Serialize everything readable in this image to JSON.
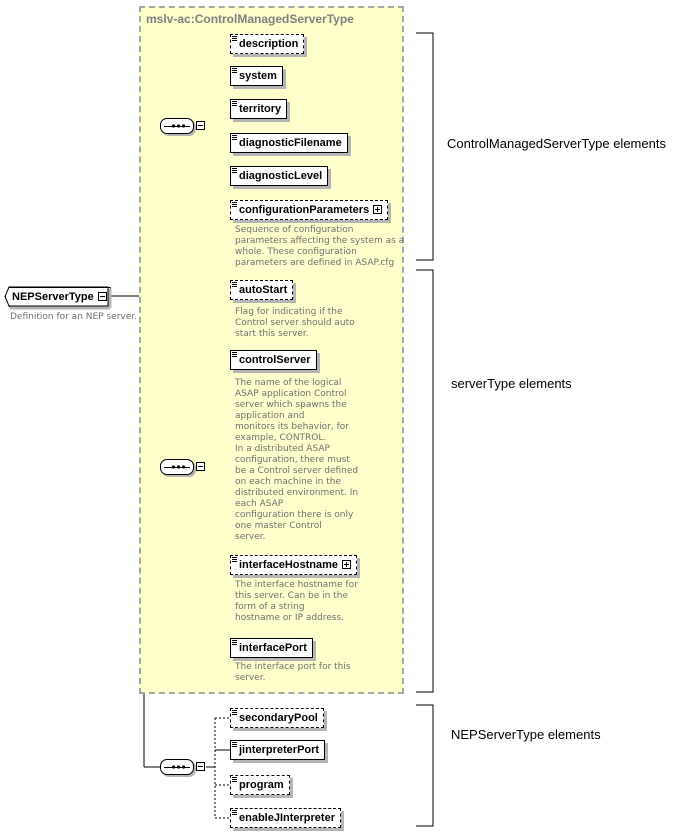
{
  "complex_type": {
    "title": "mslv-ac:ControlManagedServerType"
  },
  "root": {
    "label": "NEPServerType",
    "description": "Definition for an NEP server."
  },
  "groups": {
    "control_managed": [
      {
        "label": "description",
        "optional": true,
        "expandable": false
      },
      {
        "label": "system",
        "optional": false,
        "expandable": false
      },
      {
        "label": "territory",
        "optional": false,
        "expandable": false
      },
      {
        "label": "diagnosticFilename",
        "optional": false,
        "expandable": false
      },
      {
        "label": "diagnosticLevel",
        "optional": false,
        "expandable": false
      },
      {
        "label": "configurationParameters",
        "optional": true,
        "expandable": true,
        "description": "Sequence of configuration\nparameters affecting the system as a\nwhole. These configuration\nparameters are defined in ASAP.cfg"
      }
    ],
    "server_type": [
      {
        "label": "autoStart",
        "optional": true,
        "expandable": false,
        "description": "Flag for indicating if the\nControl server should auto\nstart this server."
      },
      {
        "label": "controlServer",
        "optional": false,
        "expandable": false,
        "description": "The name of the logical\nASAP application Control\nserver which spawns the\napplication and\nmonitors its behavior, for\nexample, CONTROL.\nIn a distributed ASAP\nconfiguration, there must\nbe a Control server defined\non each machine in the\ndistributed environment. In\neach ASAP\nconfiguration there is only\none master Control\nserver."
      },
      {
        "label": "interfaceHostname",
        "optional": true,
        "expandable": true,
        "description": "The interface hostname for\nthis server. Can be in the\nform of a string\nhostname or IP address."
      },
      {
        "label": "interfacePort",
        "optional": false,
        "expandable": false,
        "description": "The interface port for this\nserver."
      }
    ],
    "nep_server": [
      {
        "label": "secondaryPool",
        "optional": true,
        "expandable": false
      },
      {
        "label": "jinterpreterPort",
        "optional": false,
        "expandable": false
      },
      {
        "label": "program",
        "optional": true,
        "expandable": false
      },
      {
        "label": "enableJInterpreter",
        "optional": true,
        "expandable": false
      }
    ]
  },
  "annotations": {
    "control_managed": "ControlManagedServerType elements",
    "server_type": "serverType elements",
    "nep_server": "NEPServerType elements"
  }
}
